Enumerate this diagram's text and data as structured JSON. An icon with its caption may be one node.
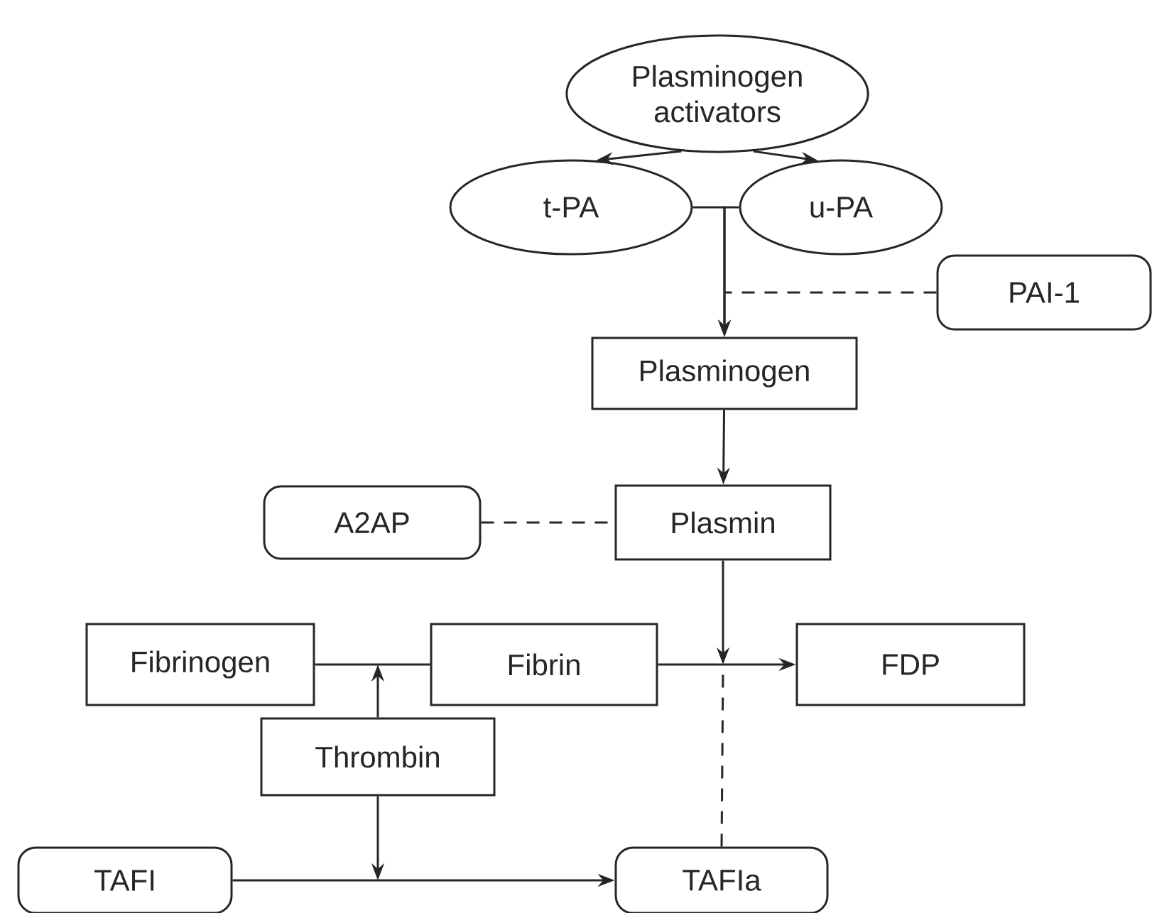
{
  "diagram": {
    "nodes": [
      {
        "text": [
          "Plasminogen activators"
        ]
      },
      {
        "text": [
          "t-PA"
        ]
      },
      {
        "text": [
          "u-PA"
        ]
      },
      {
        "text": [
          "PAI-1"
        ]
      },
      {
        "text": [
          "Plasminogen"
        ]
      },
      {
        "text": [
          "A2AP"
        ]
      },
      {
        "text": [
          "Plasmin"
        ]
      },
      {
        "text": [
          "Fibrinogen"
        ]
      },
      {
        "text": [
          "Fibrin"
        ]
      },
      {
        "text": [
          "FDP"
        ]
      },
      {
        "text": [
          "Thrombin"
        ]
      },
      {
        "text": [
          "TAFI"
        ]
      },
      {
        "text": [
          "TAFIa"
        ]
      }
    ],
    "edges": [
      {
        "from": 0,
        "to": 1,
        "arrow": "to"
      },
      {
        "from": 0,
        "to": 2,
        "arrow": "to"
      },
      {
        "from": 1,
        "to": 4,
        "arrow": "to"
      },
      {
        "from": 2,
        "to": 4,
        "arrow": "to"
      },
      {
        "from": 3,
        "to": null,
        "arrow": "none",
        "style": "dashed"
      },
      {
        "from": 4,
        "to": 6,
        "arrow": "to"
      },
      {
        "from": 5,
        "to": 6,
        "arrow": "none",
        "style": "dashed"
      },
      {
        "from": 7,
        "to": 8,
        "arrow": "none"
      },
      {
        "from": 10,
        "to": null,
        "arrow": "to"
      },
      {
        "from": 8,
        "to": 9,
        "arrow": "to"
      },
      {
        "from": 6,
        "to": null,
        "arrow": "to"
      },
      {
        "from": 12,
        "to": null,
        "arrow": "none",
        "style": "dashed"
      },
      {
        "from": 11,
        "to": 12,
        "arrow": "to"
      },
      {
        "from": 10,
        "to": null,
        "arrow": "to"
      }
    ]
  }
}
